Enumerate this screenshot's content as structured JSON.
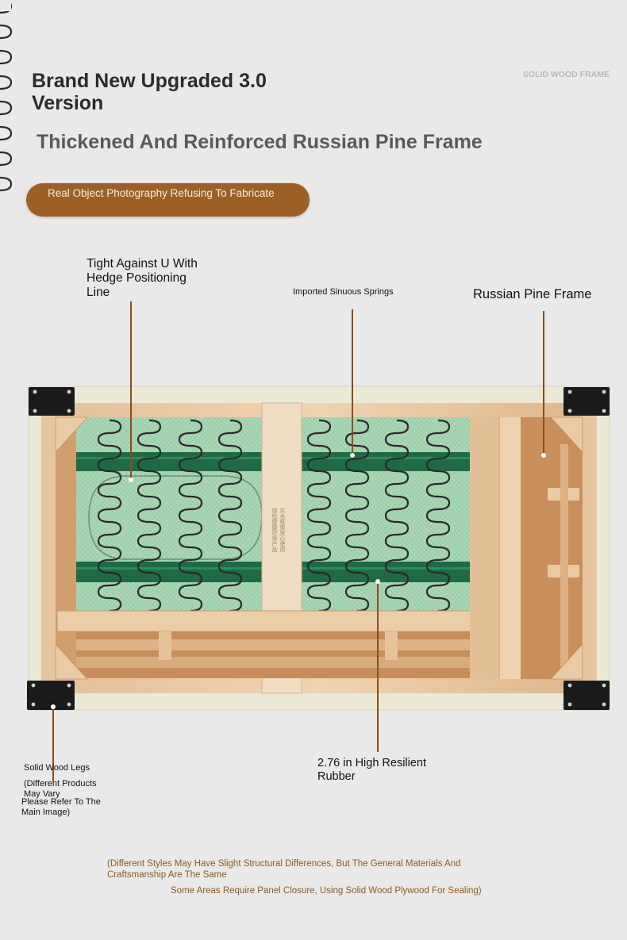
{
  "header": {
    "title": "Brand New Upgraded 3.0 Version",
    "corner_tag": "SOLID WOOD FRAME",
    "subtitle": "Thickened And Reinforced Russian Pine Frame",
    "badge": "Real Object Photography Refusing To Fabricate"
  },
  "callouts": {
    "positioning_line": "Tight Against U With Hedge Positioning Line",
    "springs": "Imported Sinuous Springs",
    "pine_frame": "Russian Pine Frame",
    "legs_title": "Solid Wood Legs",
    "legs_note_1": "(Different Products May Vary",
    "legs_note_2": "Please Refer To The Main Image)",
    "rubber": "2.76 in High Resilient Rubber"
  },
  "board_stamp": "绿色健康环保产品 实木框架 放心使用",
  "notes": {
    "line1": "(Different Styles May Have Slight Structural Differences, But The General Materials And Craftsmanship Are The Same",
    "line2": "Some Areas Require Panel Closure, Using Solid Wood Plywood For Sealing)"
  },
  "colors": {
    "accent": "#9c6025",
    "leader": "#8a4f1a",
    "pine": "#e8c9a4",
    "pine_dark": "#c99a6a",
    "mesh": "#a7d5b2",
    "strap": "#1f6a45",
    "bracket": "#1b1b1b"
  }
}
